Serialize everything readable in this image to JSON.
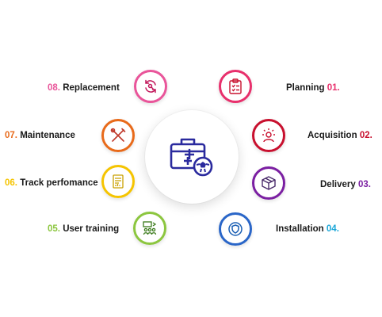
{
  "center_icon": "medical-kit-with-ball-icon",
  "steps": [
    {
      "num": "01.",
      "label": "Planning",
      "icon": "checklist-clipboard-icon",
      "color": "#e8306c"
    },
    {
      "num": "02.",
      "label": "Acquisition",
      "icon": "person-network-icon",
      "color": "#c8102e"
    },
    {
      "num": "03.",
      "label": "Delivery",
      "icon": "package-box-icon",
      "color": "#7b1fa2"
    },
    {
      "num": "04.",
      "label": "Installation",
      "icon": "shield-badge-icon",
      "color": "#1aa6d8"
    },
    {
      "num": "05.",
      "label": "User training",
      "icon": "group-training-icon",
      "color": "#8cc63f"
    },
    {
      "num": "06.",
      "label": "Track perfomance",
      "icon": "report-document-icon",
      "color": "#f5c400"
    },
    {
      "num": "07.",
      "label": "Maintenance",
      "icon": "wrench-screwdriver-icon",
      "color": "#e86a1a"
    },
    {
      "num": "08.",
      "label": "Replacement",
      "icon": "refresh-search-icon",
      "color": "#e9559a"
    }
  ]
}
